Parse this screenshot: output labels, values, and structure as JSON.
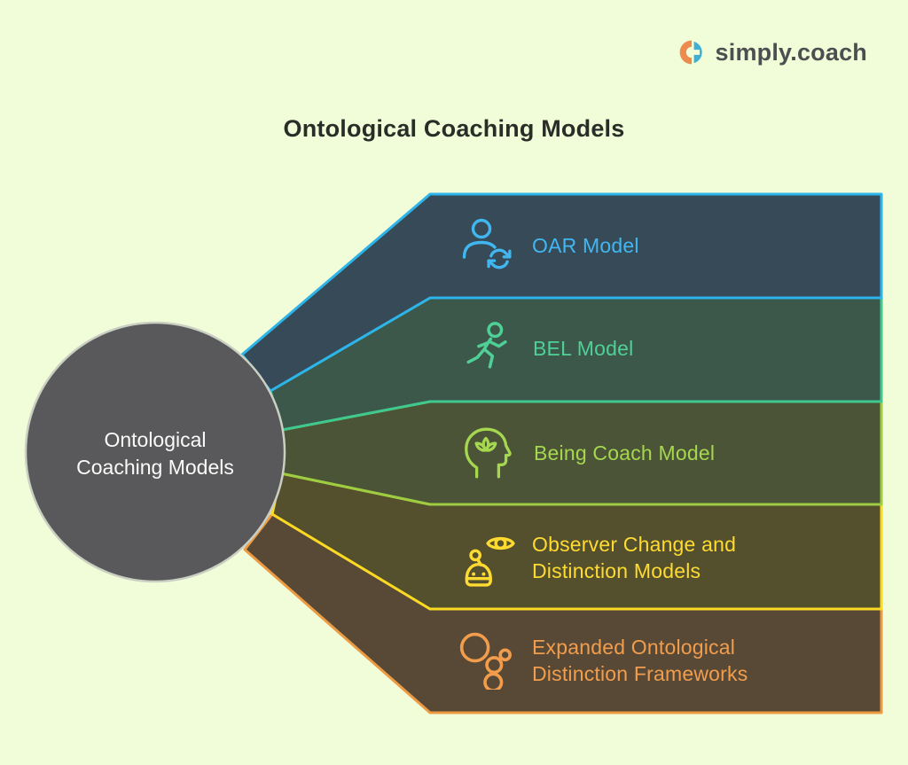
{
  "page": {
    "background": "#f1fdd8",
    "title": "Ontological Coaching Models",
    "title_color": "#2a2d27"
  },
  "logo": {
    "text": "simply.coach",
    "text_color": "#4c4e50",
    "orange": "#ec8b4e",
    "blue": "#3fb0d4"
  },
  "hub": {
    "label_line1": "Ontological",
    "label_line2": "Coaching Models",
    "fill": "#59585a",
    "ring": "#c9cfc2",
    "text_color": "#fbfbf9"
  },
  "branches": [
    {
      "label": "OAR Model",
      "label2": "",
      "icon": "person-sync-icon",
      "fill": "#364b57",
      "stroke": "#2db4ea",
      "text": "#41b7f2"
    },
    {
      "label": "BEL Model",
      "label2": "",
      "icon": "runner-icon",
      "fill": "#3c584a",
      "stroke": "#40c98e",
      "text": "#4fd096"
    },
    {
      "label": "Being Coach Model",
      "label2": "",
      "icon": "head-lotus-icon",
      "fill": "#4b5437",
      "stroke": "#9ecd41",
      "text": "#a5d74f"
    },
    {
      "label": "Observer Change and",
      "label2": "Distinction Models",
      "icon": "eye-robot-icon",
      "fill": "#54502e",
      "stroke": "#fada22",
      "text": "#ffdb31"
    },
    {
      "label": "Expanded Ontological",
      "label2": "Distinction Frameworks",
      "icon": "circles-icon",
      "fill": "#584937",
      "stroke": "#ed9b43",
      "text": "#f29d4c"
    }
  ]
}
